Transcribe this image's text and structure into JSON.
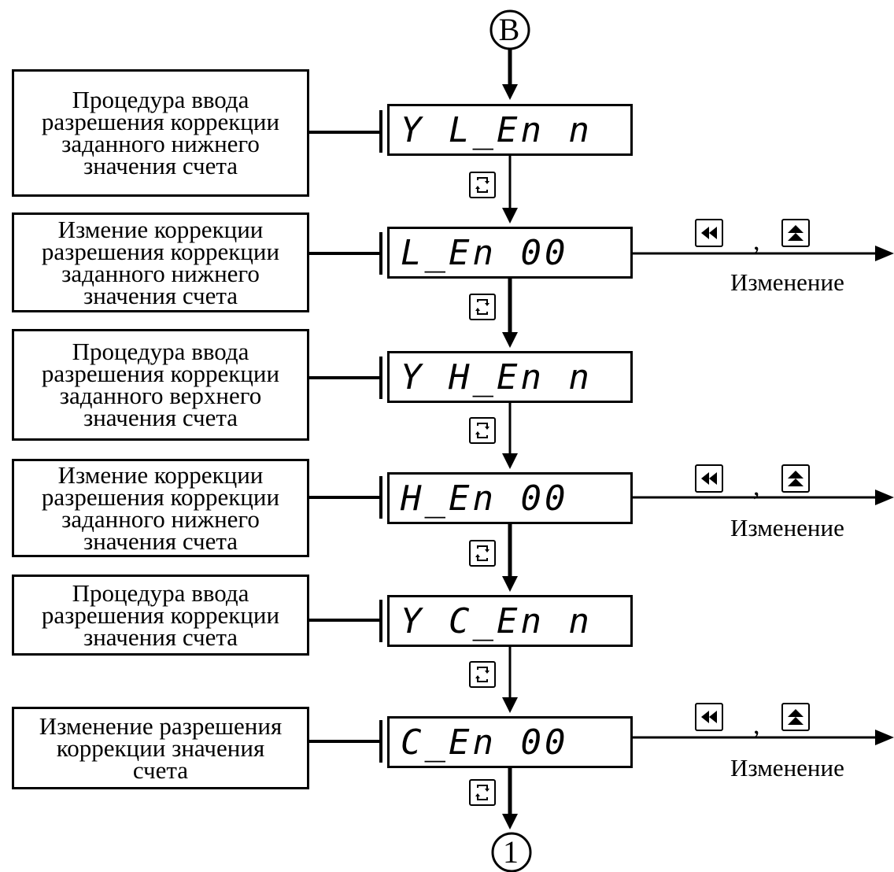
{
  "connectors": {
    "top": "В",
    "bottom": "1"
  },
  "steps": [
    {
      "description": "Процедура ввода\nразрешения коррекции\nзаданного нижнего\nзначения счета",
      "display": "Y L_En n",
      "editable": false
    },
    {
      "description": "Измение коррекции\nразрешения коррекции\nзаданного нижнего\nзначения счета",
      "display": "L_En 00",
      "editable": true
    },
    {
      "description": "Процедура ввода\nразрешения коррекции\nзаданного верхнего\nзначения счета",
      "display": "Y H_En n",
      "editable": false
    },
    {
      "description": "Измение коррекции\nразрешения коррекции\nзаданного нижнего\nзначения счета",
      "display": "H_En 00",
      "editable": true
    },
    {
      "description": "Процедура ввода\nразрешения коррекции\nзначения счета",
      "display": "Y C_En n",
      "editable": false
    },
    {
      "description": "Изменение разрешения\nкоррекции значения\nсчета",
      "display": "C_En 00",
      "editable": true
    }
  ],
  "change_label": "Изменение",
  "separator": ",",
  "icons": {
    "cycle": "cycle-key-icon",
    "back": "rewind-key-icon",
    "up": "up-key-icon"
  }
}
